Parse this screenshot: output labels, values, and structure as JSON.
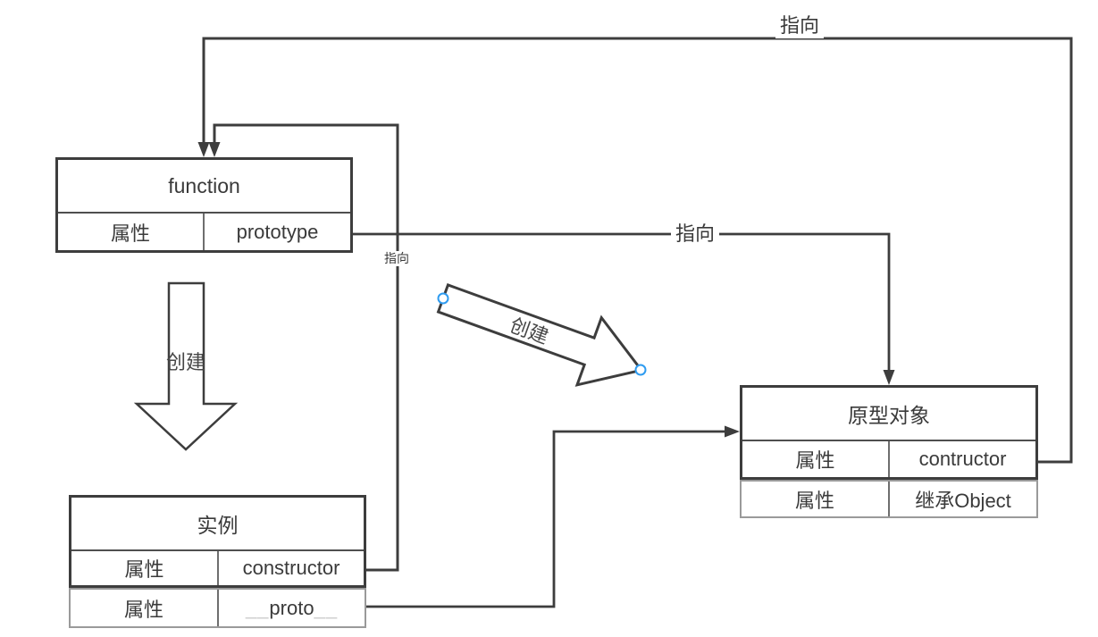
{
  "boxes": {
    "function": {
      "title": "function",
      "row1": {
        "key": "属性",
        "value": "prototype"
      }
    },
    "instance": {
      "title": "实例",
      "row1": {
        "key": "属性",
        "value": "constructor"
      },
      "row2": {
        "key": "属性",
        "value": "proto",
        "value_pre": "__",
        "value_post": "__"
      }
    },
    "prototype_object": {
      "title": "原型对象",
      "row1": {
        "key": "属性",
        "value": "contructor"
      },
      "row2": {
        "key": "属性",
        "value": "继承Object"
      }
    }
  },
  "labels": {
    "pointer_top": "指向",
    "pointer_prototype": "指向",
    "pointer_constructor": "指向",
    "create_vertical": "创建",
    "create_diagonal": "创建"
  },
  "colors": {
    "line": "#3d3d3d",
    "text": "#3a3a3a",
    "handle_stroke": "#2e9bf0",
    "underscore": "#cccccc",
    "background": "#ffffff"
  }
}
